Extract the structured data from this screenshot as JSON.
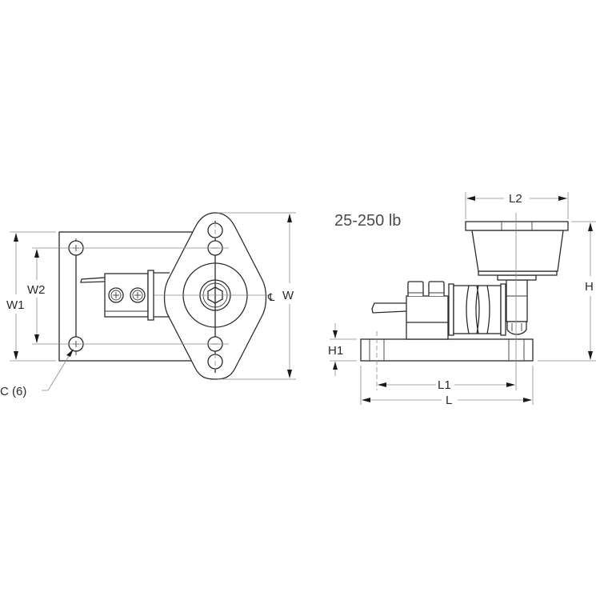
{
  "title": "25-250 lb",
  "top_view": {
    "labels": {
      "w1": "W1",
      "w2": "W2",
      "w": "W",
      "centerline": "℄",
      "hole_callout": "C (6)"
    }
  },
  "side_view": {
    "labels": {
      "l2": "L2",
      "h": "H",
      "h1": "H1",
      "l1": "L1",
      "l": "L"
    }
  },
  "colors": {
    "line": "#2b2b2b",
    "dimension": "#8a8a8a",
    "text": "#2a2a2a",
    "background": "#ffffff"
  }
}
